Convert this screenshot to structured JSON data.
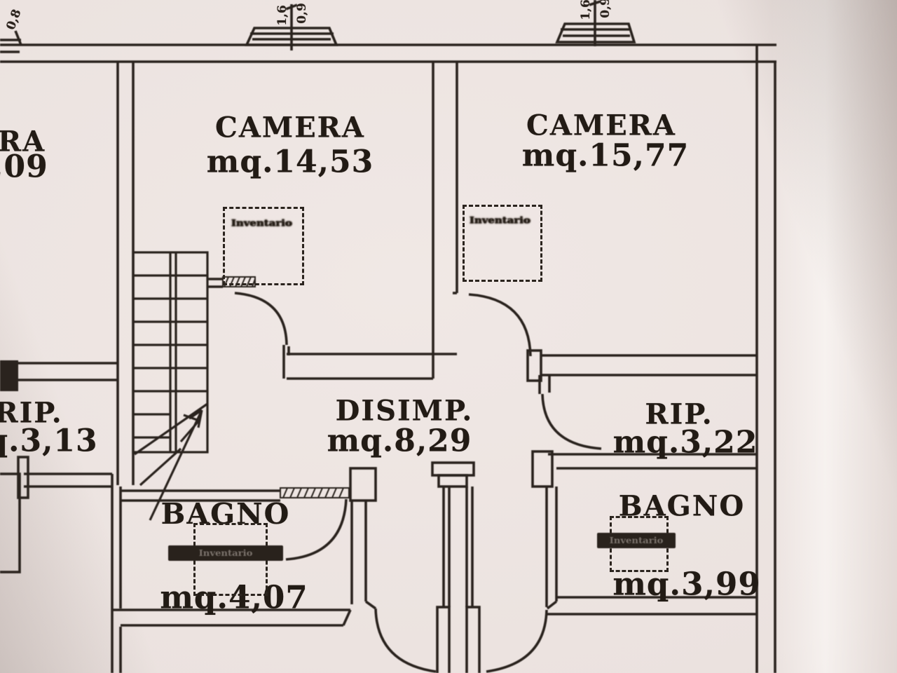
{
  "colors": {
    "ink": "#2a231e",
    "paper": "#ebe2df"
  },
  "rooms": [
    {
      "key": "camera_left",
      "name": "CAMERA",
      "area": "mq.14,53"
    },
    {
      "key": "camera_right",
      "name": "CAMERA",
      "area": "mq.15,77"
    },
    {
      "key": "camera_edge",
      "name": "RA",
      "area": ",09"
    },
    {
      "key": "rip_left",
      "name": "RIP.",
      "area": "q.3,13"
    },
    {
      "key": "disimpegno",
      "name": "DISIMP.",
      "area": "mq.8,29"
    },
    {
      "key": "rip_right",
      "name": "RIP.",
      "area": "mq.3,22"
    },
    {
      "key": "bagno_left",
      "name": "BAGNO",
      "area": "mq.4,07"
    },
    {
      "key": "bagno_right",
      "name": "BAGNO",
      "area": "mq.3,99"
    }
  ],
  "stamps": {
    "label": "Inventario"
  },
  "windows": {
    "corner_partial": "0,8",
    "win1": {
      "w": "1,6",
      "h": "0,9"
    },
    "win2": {
      "w": "1,6",
      "h": "0,9"
    }
  }
}
